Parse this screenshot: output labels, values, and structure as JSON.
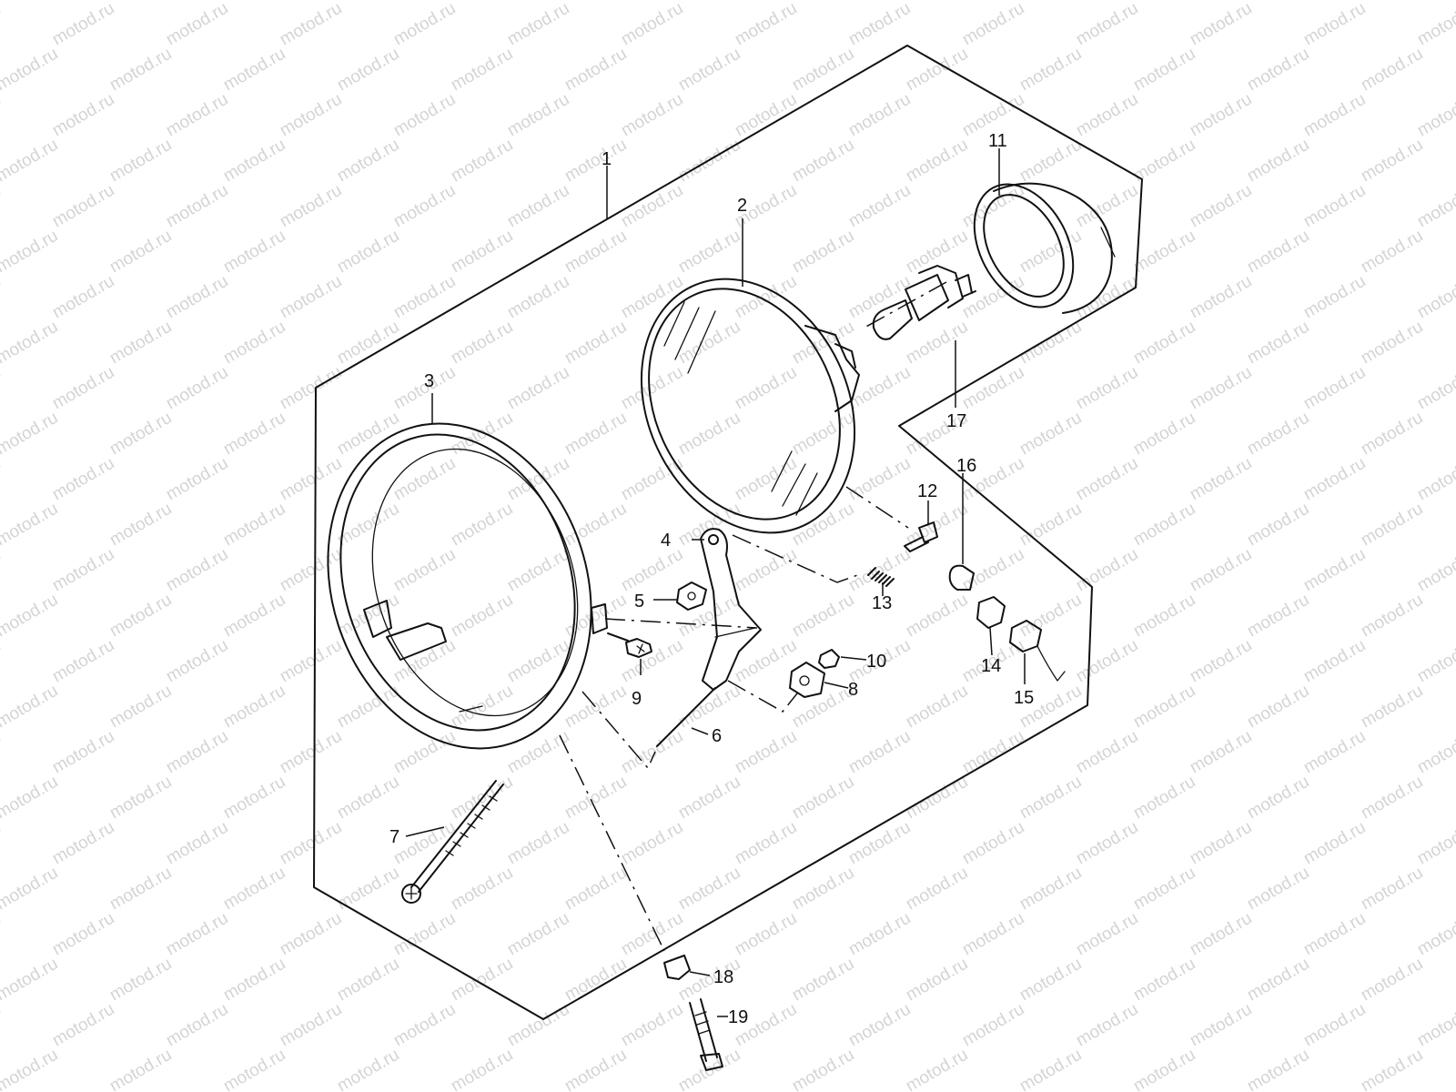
{
  "watermark": {
    "text": "motod.ru"
  },
  "callouts": [
    {
      "id": "1",
      "text": "1"
    },
    {
      "id": "2",
      "text": "2"
    },
    {
      "id": "3",
      "text": "3"
    },
    {
      "id": "4",
      "text": "4"
    },
    {
      "id": "5",
      "text": "5"
    },
    {
      "id": "6",
      "text": "6"
    },
    {
      "id": "7",
      "text": "7"
    },
    {
      "id": "8",
      "text": "8"
    },
    {
      "id": "9",
      "text": "9"
    },
    {
      "id": "10",
      "text": "10"
    },
    {
      "id": "11",
      "text": "11"
    },
    {
      "id": "12",
      "text": "12"
    },
    {
      "id": "13",
      "text": "13"
    },
    {
      "id": "14",
      "text": "14"
    },
    {
      "id": "15",
      "text": "15"
    },
    {
      "id": "16",
      "text": "16"
    },
    {
      "id": "17",
      "text": "17"
    },
    {
      "id": "18",
      "text": "18"
    },
    {
      "id": "19",
      "text": "19"
    }
  ]
}
